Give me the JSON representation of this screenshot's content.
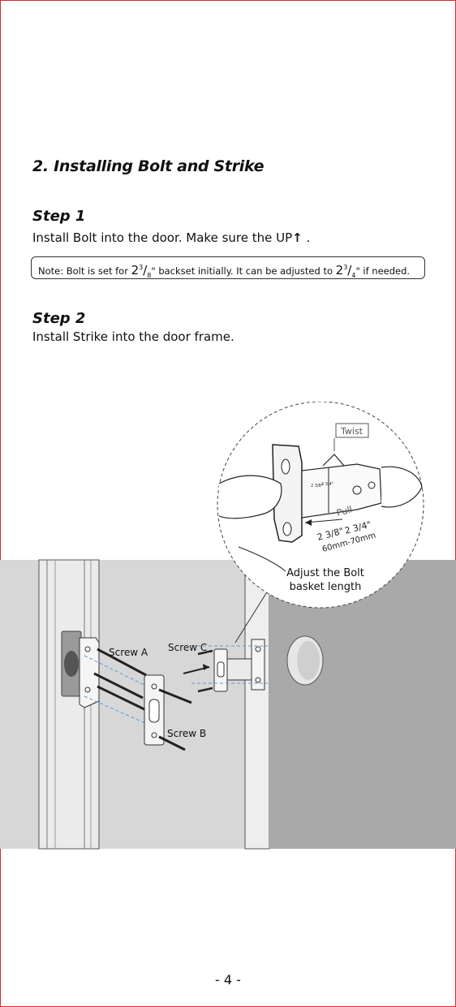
{
  "section": {
    "title": "2. Installing Bolt and Strike"
  },
  "step1": {
    "title": "Step 1",
    "text_before": "Install Bolt into the door. Make sure the UP",
    "up_arrow": "↑",
    "text_after": " ."
  },
  "note": {
    "prefix": "Note: Bolt is set for ",
    "frac1_whole": "2",
    "frac1_num": "3",
    "frac1_den": "8",
    "middle": "\" backset initially. It can be adjusted to ",
    "frac2_whole": "2",
    "frac2_num": "3",
    "frac2_den": "4",
    "suffix": "\" if needed."
  },
  "step2": {
    "title": "Step 2",
    "text": "Install Strike into the door frame."
  },
  "illustration": {
    "twist_label": "Twist",
    "pull_label": "Pull",
    "dim_small": "2 3/8\"",
    "dim_large": "2 3/4\"",
    "dim_mm": "60mm-70mm",
    "adjust_caption_line1": "Adjust the Bolt",
    "adjust_caption_line2": "basket length",
    "screw_a": "Screw A",
    "screw_b": "Screw B",
    "screw_c": "Screw C",
    "bolt_tiny_labels": [
      "2 3/8\"",
      "2 3/4\""
    ]
  },
  "footer": {
    "page_number": "- 4 -"
  }
}
